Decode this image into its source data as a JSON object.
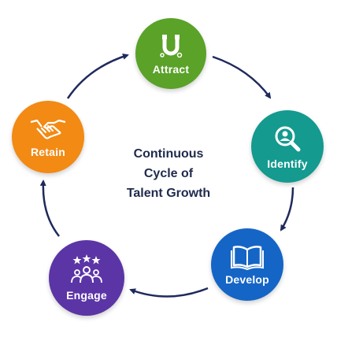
{
  "title_lines": [
    "Continuous",
    "Cycle of",
    "Talent Growth"
  ],
  "colors": {
    "attract": "#5aa228",
    "identify": "#149a8f",
    "develop": "#1565c6",
    "engage": "#5b35a6",
    "retain": "#f28a14",
    "arrow": "#1f2a5c",
    "title": "#1f2a4d"
  },
  "stages": [
    {
      "key": "attract",
      "label": "Attract",
      "icon": "magnet-icon"
    },
    {
      "key": "identify",
      "label": "Identify",
      "icon": "person-search-icon"
    },
    {
      "key": "develop",
      "label": "Develop",
      "icon": "open-book-icon"
    },
    {
      "key": "engage",
      "label": "Engage",
      "icon": "team-stars-icon"
    },
    {
      "key": "retain",
      "label": "Retain",
      "icon": "handshake-icon"
    }
  ]
}
